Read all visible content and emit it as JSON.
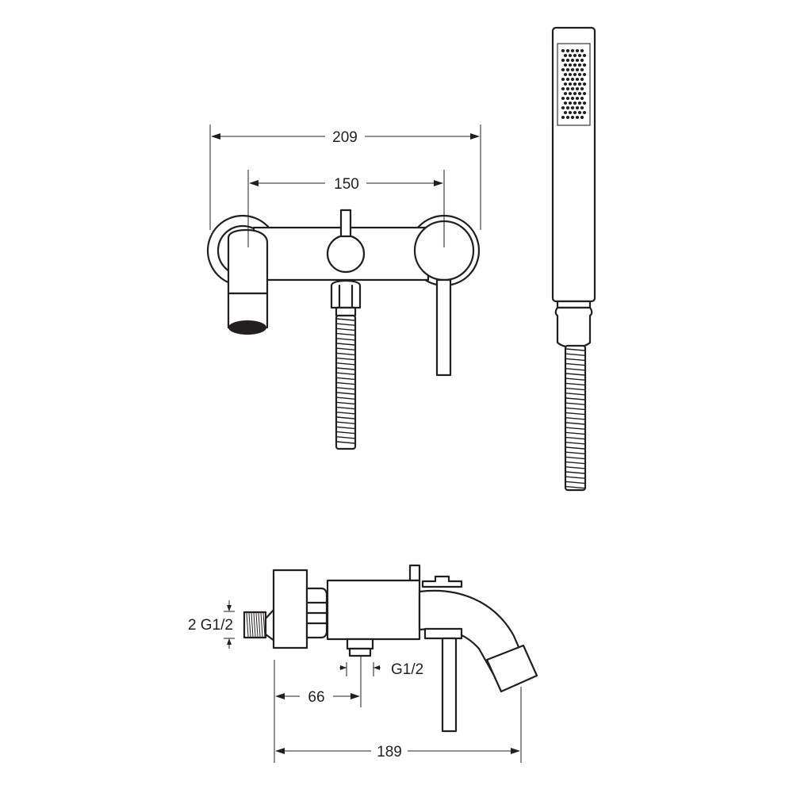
{
  "dimensions": {
    "overall_width": "209",
    "inlet_centers": "150",
    "side_depth": "189",
    "inlet_offset": "66",
    "inlet_thread": "2 G1/2",
    "outlet_thread": "G1/2"
  },
  "colors": {
    "line": "#231f20",
    "background": "#ffffff"
  }
}
